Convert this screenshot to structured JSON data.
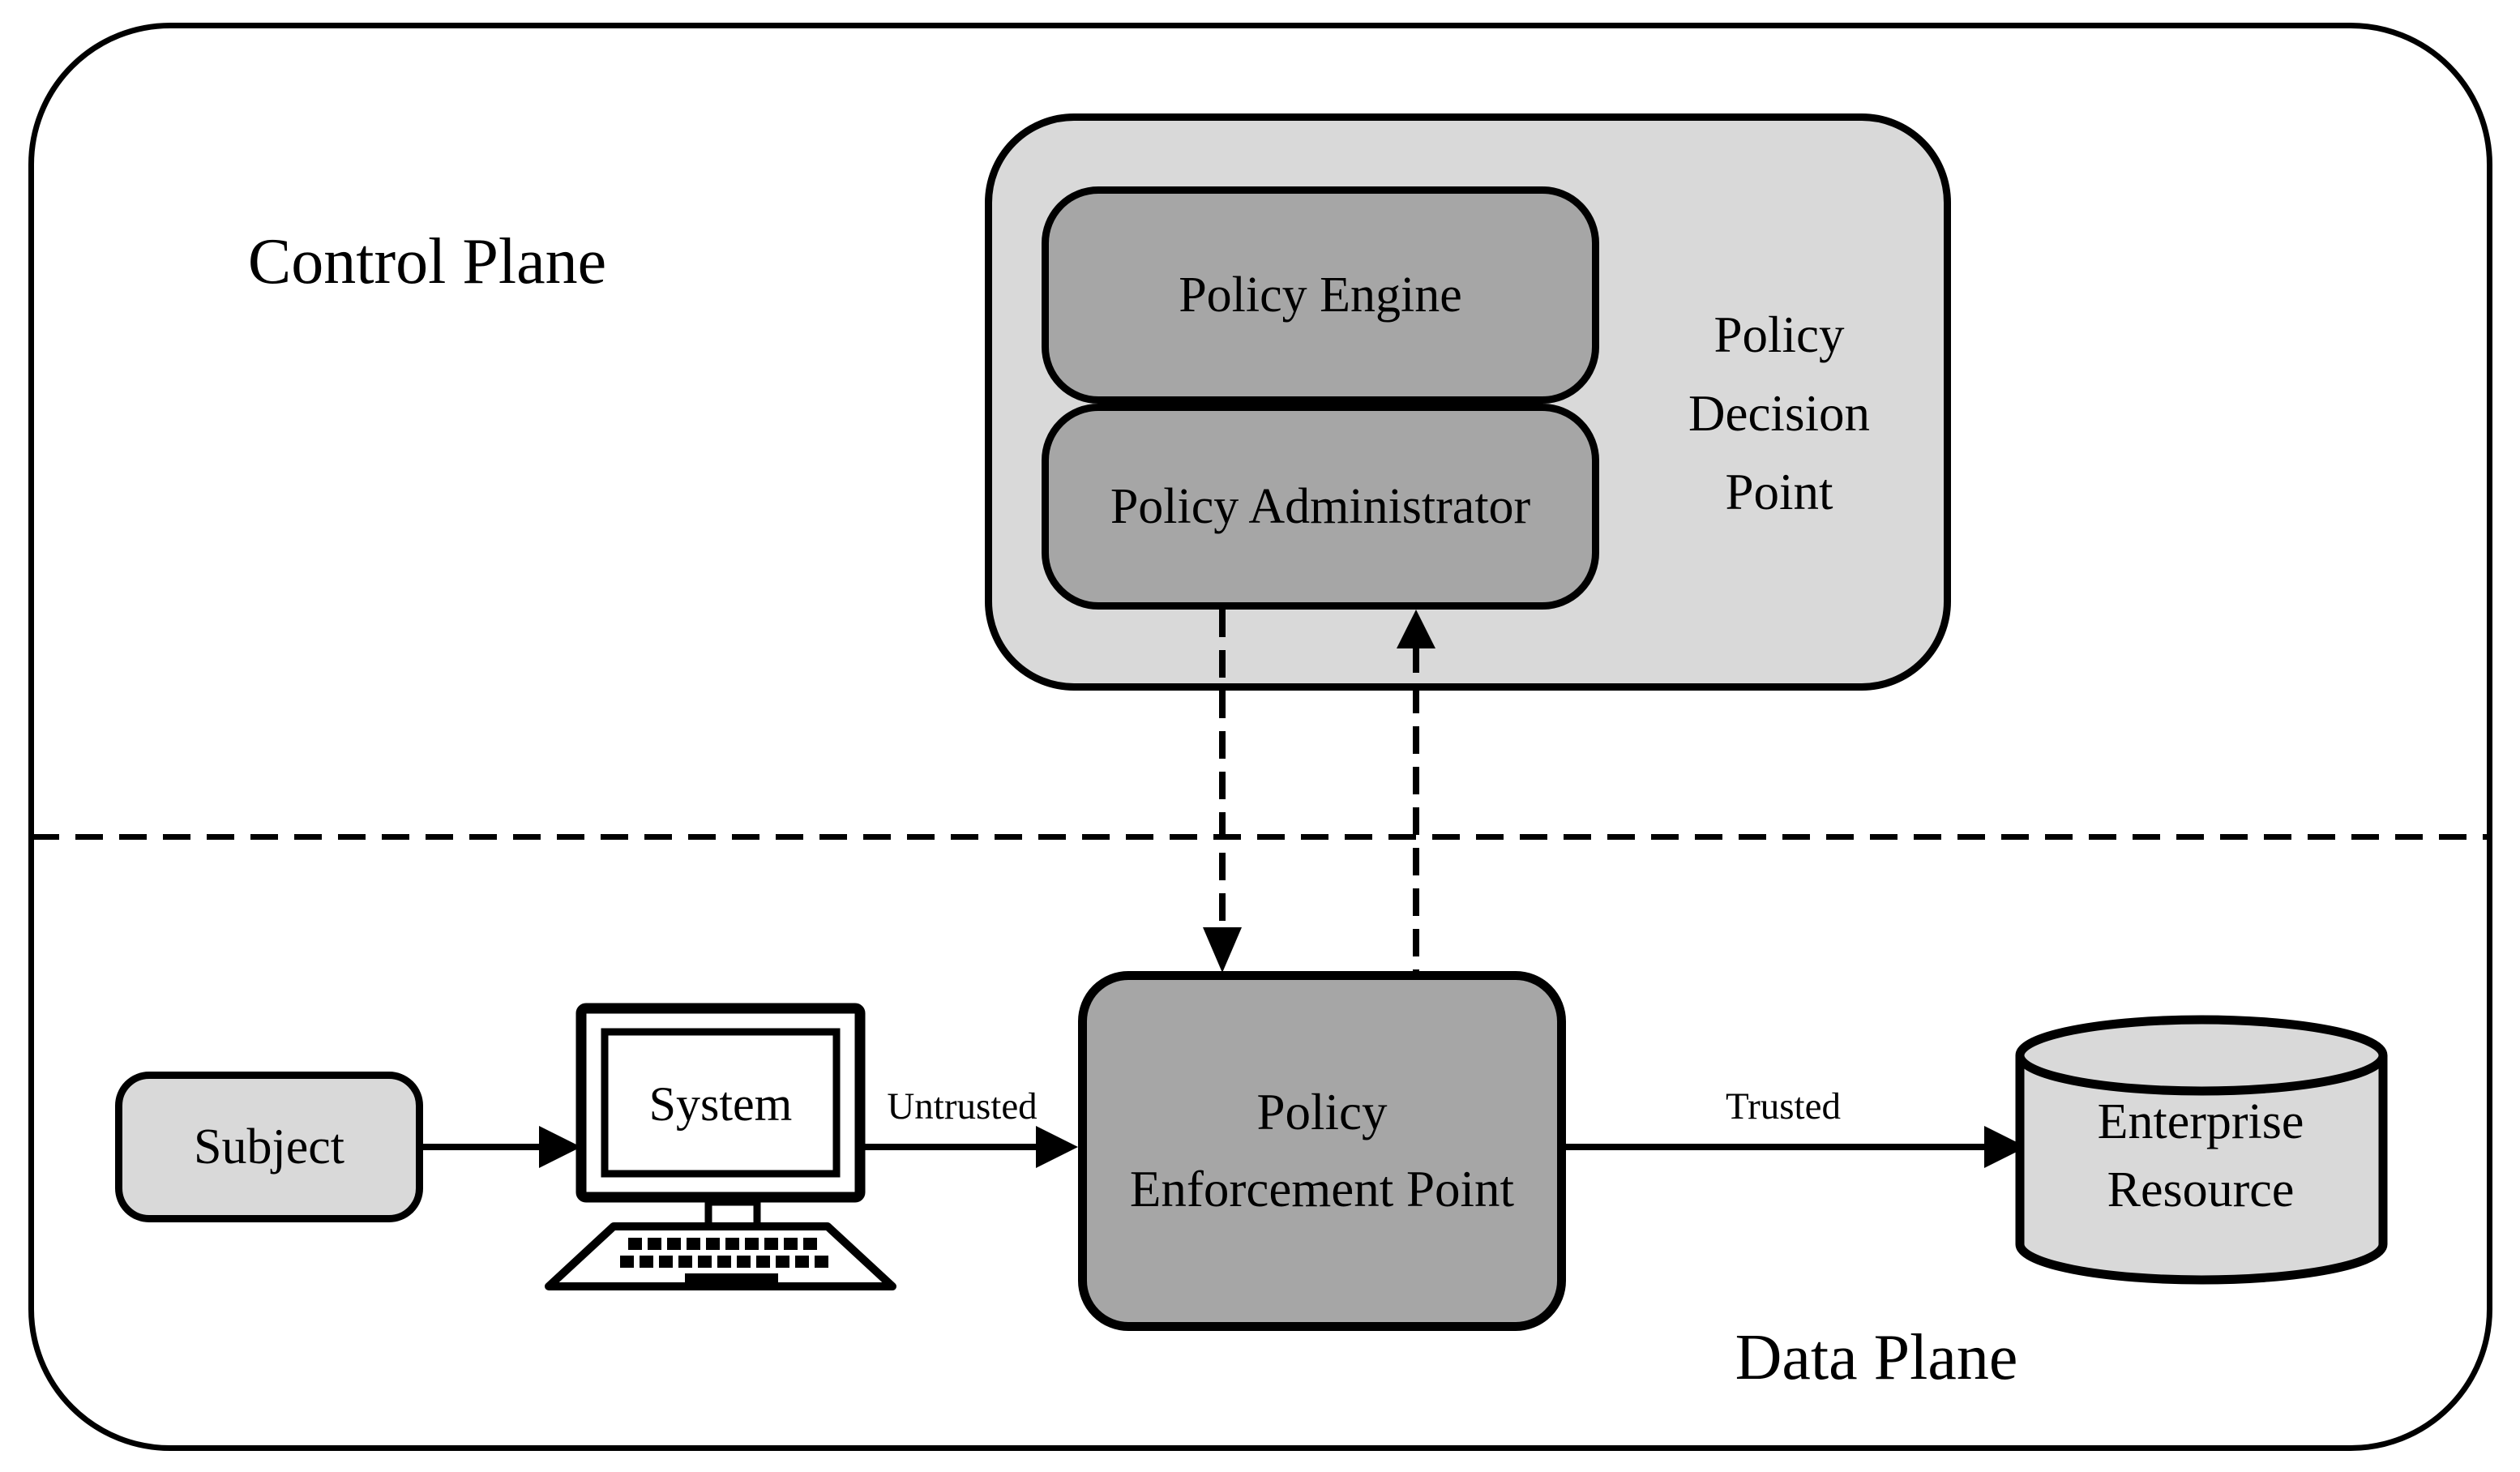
{
  "diagram": {
    "control_plane_label": "Control Plane",
    "data_plane_label": "Data Plane",
    "policy_decision_point": {
      "label_lines": [
        "Policy",
        "Decision",
        "Point"
      ],
      "policy_engine_label": "Policy Engine",
      "policy_administrator_label": "Policy Administrator"
    },
    "policy_enforcement_point": {
      "label_lines": [
        "Policy",
        "Enforcement Point"
      ]
    },
    "subject_label": "Subject",
    "system_label": "System",
    "enterprise_resource": {
      "label_lines": [
        "Enterprise",
        "Resource"
      ]
    },
    "untrusted_label": "Untrusted",
    "trusted_label": "Trusted",
    "colors": {
      "container_fill": "#d9d9d9",
      "component_fill": "#a6a6a6",
      "line_color": "#000000",
      "background": "#ffffff"
    }
  }
}
